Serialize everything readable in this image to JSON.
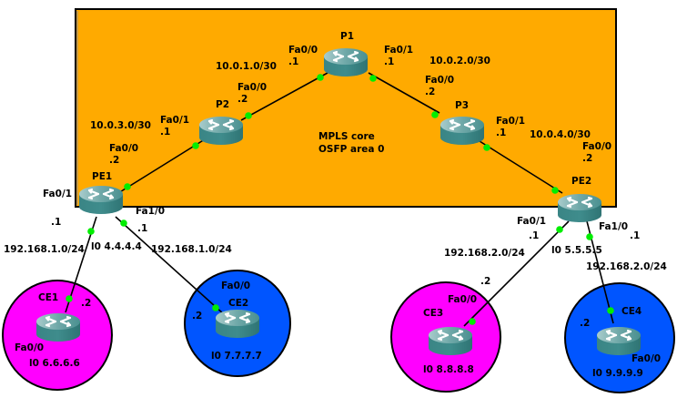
{
  "colors": {
    "core_area": "#ffaa00",
    "customer_a": "#ff00ff",
    "customer_b": "#0055ff",
    "router_body": "#3d8a8a",
    "router_top": "#7fb3b3",
    "link_up": "#00ee00",
    "link_line": "#000000"
  },
  "core_area": {
    "title": "MPLS core",
    "subtitle": "OSFP area 0"
  },
  "routers": [
    {
      "id": "P1",
      "label": "P1"
    },
    {
      "id": "P2",
      "label": "P2"
    },
    {
      "id": "P3",
      "label": "P3"
    },
    {
      "id": "PE1",
      "label": "PE1"
    },
    {
      "id": "PE2",
      "label": "PE2"
    },
    {
      "id": "CE1",
      "label": "CE1"
    },
    {
      "id": "CE2",
      "label": "CE2"
    },
    {
      "id": "CE3",
      "label": "CE3"
    },
    {
      "id": "CE4",
      "label": "CE4"
    }
  ],
  "links": [
    {
      "a": "PE1",
      "b": "P2",
      "subnet": "10.0.3.0/30"
    },
    {
      "a": "P2",
      "b": "P1",
      "subnet": "10.0.1.0/30"
    },
    {
      "a": "P1",
      "b": "P3",
      "subnet": "10.0.2.0/30"
    },
    {
      "a": "P3",
      "b": "PE2",
      "subnet": "10.0.4.0/30"
    },
    {
      "a": "PE1",
      "b": "CE1",
      "subnet": "192.168.1.0/24"
    },
    {
      "a": "PE1",
      "b": "CE2",
      "subnet": "192.168.1.0/24"
    },
    {
      "a": "PE2",
      "b": "CE3",
      "subnet": "192.168.2.0/24"
    },
    {
      "a": "PE2",
      "b": "CE4",
      "subnet": "192.168.2.0/24"
    }
  ],
  "labels": {
    "p1_fa00": "Fa0/0",
    "p1_fa00_ip": ".1",
    "p1_fa01": "Fa0/1",
    "p1_fa01_ip": ".1",
    "p2_fa00": "Fa0/0",
    "p2_fa00_ip": ".2",
    "p2_fa01": "Fa0/1",
    "p2_fa01_ip": ".1",
    "p3_fa00": "Fa0/0",
    "p3_fa00_ip": ".2",
    "p3_fa01": "Fa0/1",
    "p3_fa01_ip": ".1",
    "pe1_fa00": "Fa0/0",
    "pe1_fa00_ip": ".2",
    "pe1_fa01": "Fa0/1",
    "pe1_fa01_ip": ".1",
    "pe1_fa10": "Fa1/0",
    "pe1_fa10_ip": ".1",
    "pe1_lo": "l0 4.4.4.4",
    "pe2_fa00": "Fa0/0",
    "pe2_fa00_ip": ".2",
    "pe2_fa01": "Fa0/1",
    "pe2_fa01_ip": ".1",
    "pe2_fa10": "Fa1/0",
    "pe2_fa10_ip": ".1",
    "pe2_lo": "l0 5.5.5.5",
    "ce1_ip": ".2",
    "ce1_fa00": "Fa0/0",
    "ce1_lo": "l0 6.6.6.6",
    "ce2_ip": ".2",
    "ce2_fa00": "Fa0/0",
    "ce2_lo": "l0 7.7.7.7",
    "ce3_ip": ".2",
    "ce3_fa00": "Fa0/0",
    "ce3_lo": "l0 8.8.8.8",
    "ce4_ip": ".2",
    "ce4_fa00": "Fa0/0",
    "ce4_lo": "l0 9.9.9.9"
  }
}
